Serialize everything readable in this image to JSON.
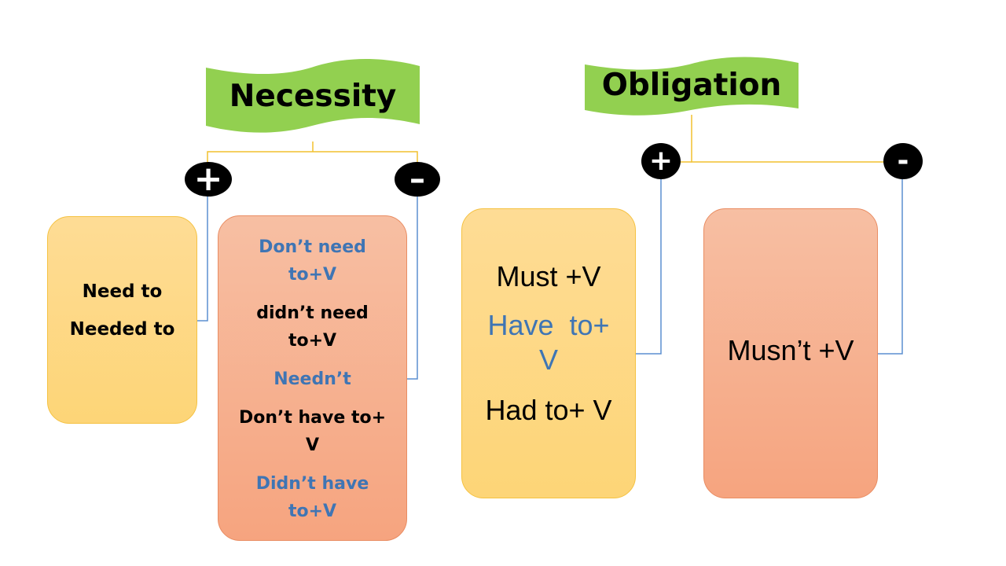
{
  "necessity": {
    "title": "Necessity",
    "plus_sign": "+",
    "minus_sign": "–",
    "positive": [
      "Need to",
      "Needed to"
    ],
    "negative": [
      {
        "text": "Don’t need to+V",
        "color": "#3f75b4"
      },
      {
        "text": "didn’t need to+V",
        "color": "#000000"
      },
      {
        "text": "Needn’t",
        "color": "#3f75b4"
      },
      {
        "text": "Don’t have to+ V",
        "color": "#000000"
      },
      {
        "text": "Didn’t have to+V",
        "color": "#3f75b4"
      }
    ]
  },
  "obligation": {
    "title": "Obligation",
    "plus_sign": "+",
    "minus_sign": "-",
    "positive": [
      {
        "text": "Must +V",
        "color": "#000000"
      },
      {
        "text": "Have  to+ V",
        "color": "#3f75b4"
      },
      {
        "text": "Had to+ V",
        "color": "#000000"
      }
    ],
    "negative": [
      "Musn’t +V"
    ]
  },
  "colors": {
    "banner": "#92d050",
    "connector_gold": "#f2c12e",
    "connector_blue": "#5b8fd0"
  }
}
